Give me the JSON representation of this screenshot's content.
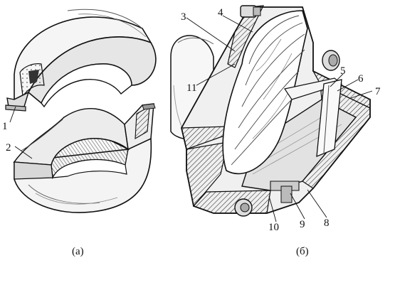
{
  "figure": {
    "panels": [
      {
        "id": "a",
        "caption": "(а)"
      },
      {
        "id": "b",
        "caption": "(б)"
      }
    ],
    "callouts": {
      "c1": "1",
      "c2": "2",
      "c3": "3",
      "c4": "4",
      "c5": "5",
      "c6": "6",
      "c7": "7",
      "c8": "8",
      "c9": "9",
      "c10": "10",
      "c11": "11"
    }
  }
}
